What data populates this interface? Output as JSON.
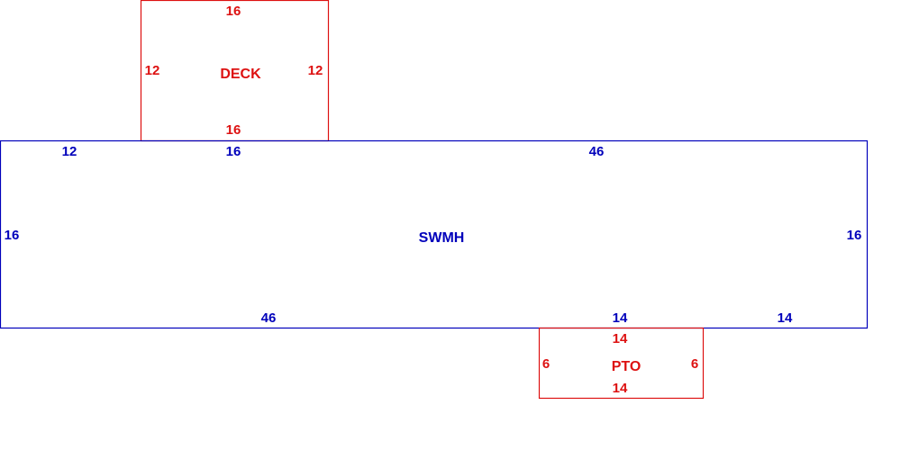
{
  "colors": {
    "main": "#0000bb",
    "addition": "#dd1111"
  },
  "rooms": {
    "deck": {
      "name": "DECK",
      "top": "16",
      "left": "12",
      "right": "12",
      "bottom": "16"
    },
    "swmh": {
      "name": "SWMH",
      "top_left": "12",
      "top_mid": "16",
      "top_right": "46",
      "left": "16",
      "right": "16",
      "bottom_left": "46",
      "bottom_mid": "14",
      "bottom_right": "14"
    },
    "pto": {
      "name": "PTO",
      "top": "14",
      "left": "6",
      "right": "6",
      "bottom": "14"
    }
  }
}
